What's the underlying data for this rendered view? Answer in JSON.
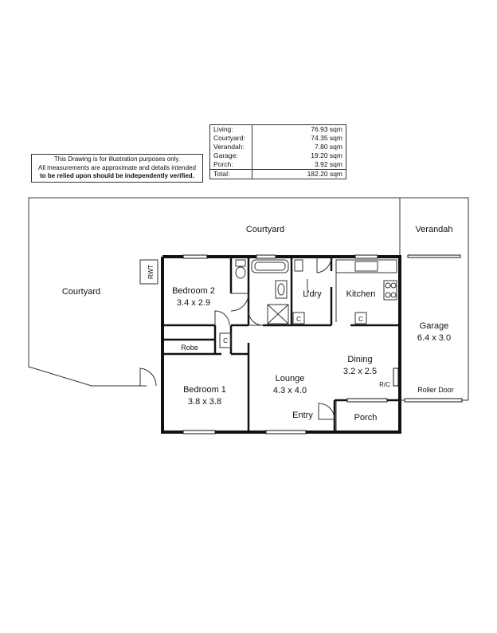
{
  "areas": [
    {
      "label": "Living:",
      "value": "76.93 sqm"
    },
    {
      "label": "Courtyard:",
      "value": "74.35 sqm"
    },
    {
      "label": "Verandah:",
      "value": "7.80 sqm"
    },
    {
      "label": "Garage:",
      "value": "19.20 sqm"
    },
    {
      "label": "Porch:",
      "value": "3.92 sqm"
    }
  ],
  "total": {
    "label": "Total:",
    "value": "182.20 sqm"
  },
  "disclaimer": {
    "line1": "This Drawing is for illustration purposes only.",
    "line2": "All measurements are approximate and details intended",
    "line3": "to be relied upon should be independently verified."
  },
  "rooms": {
    "courtyard_top": "Courtyard",
    "courtyard_left": "Courtyard",
    "verandah": "Verandah",
    "bedroom2_name": "Bedroom 2",
    "bedroom2_size": "3.4 x 2.9",
    "bedroom1_name": "Bedroom 1",
    "bedroom1_size": "3.8 x 3.8",
    "laundry": "L'dry",
    "kitchen": "Kitchen",
    "dining_name": "Dining",
    "dining_size": "3.2 x 2.5",
    "lounge_name": "Lounge",
    "lounge_size": "4.3 x 4.0",
    "entry": "Entry",
    "porch": "Porch",
    "garage_name": "Garage",
    "garage_size": "6.4 x 3.0",
    "robe": "Robe"
  },
  "markers": {
    "rwt": "RWT",
    "cupboard": "C",
    "rc": "R/C",
    "roller_door": "Roller Door"
  }
}
